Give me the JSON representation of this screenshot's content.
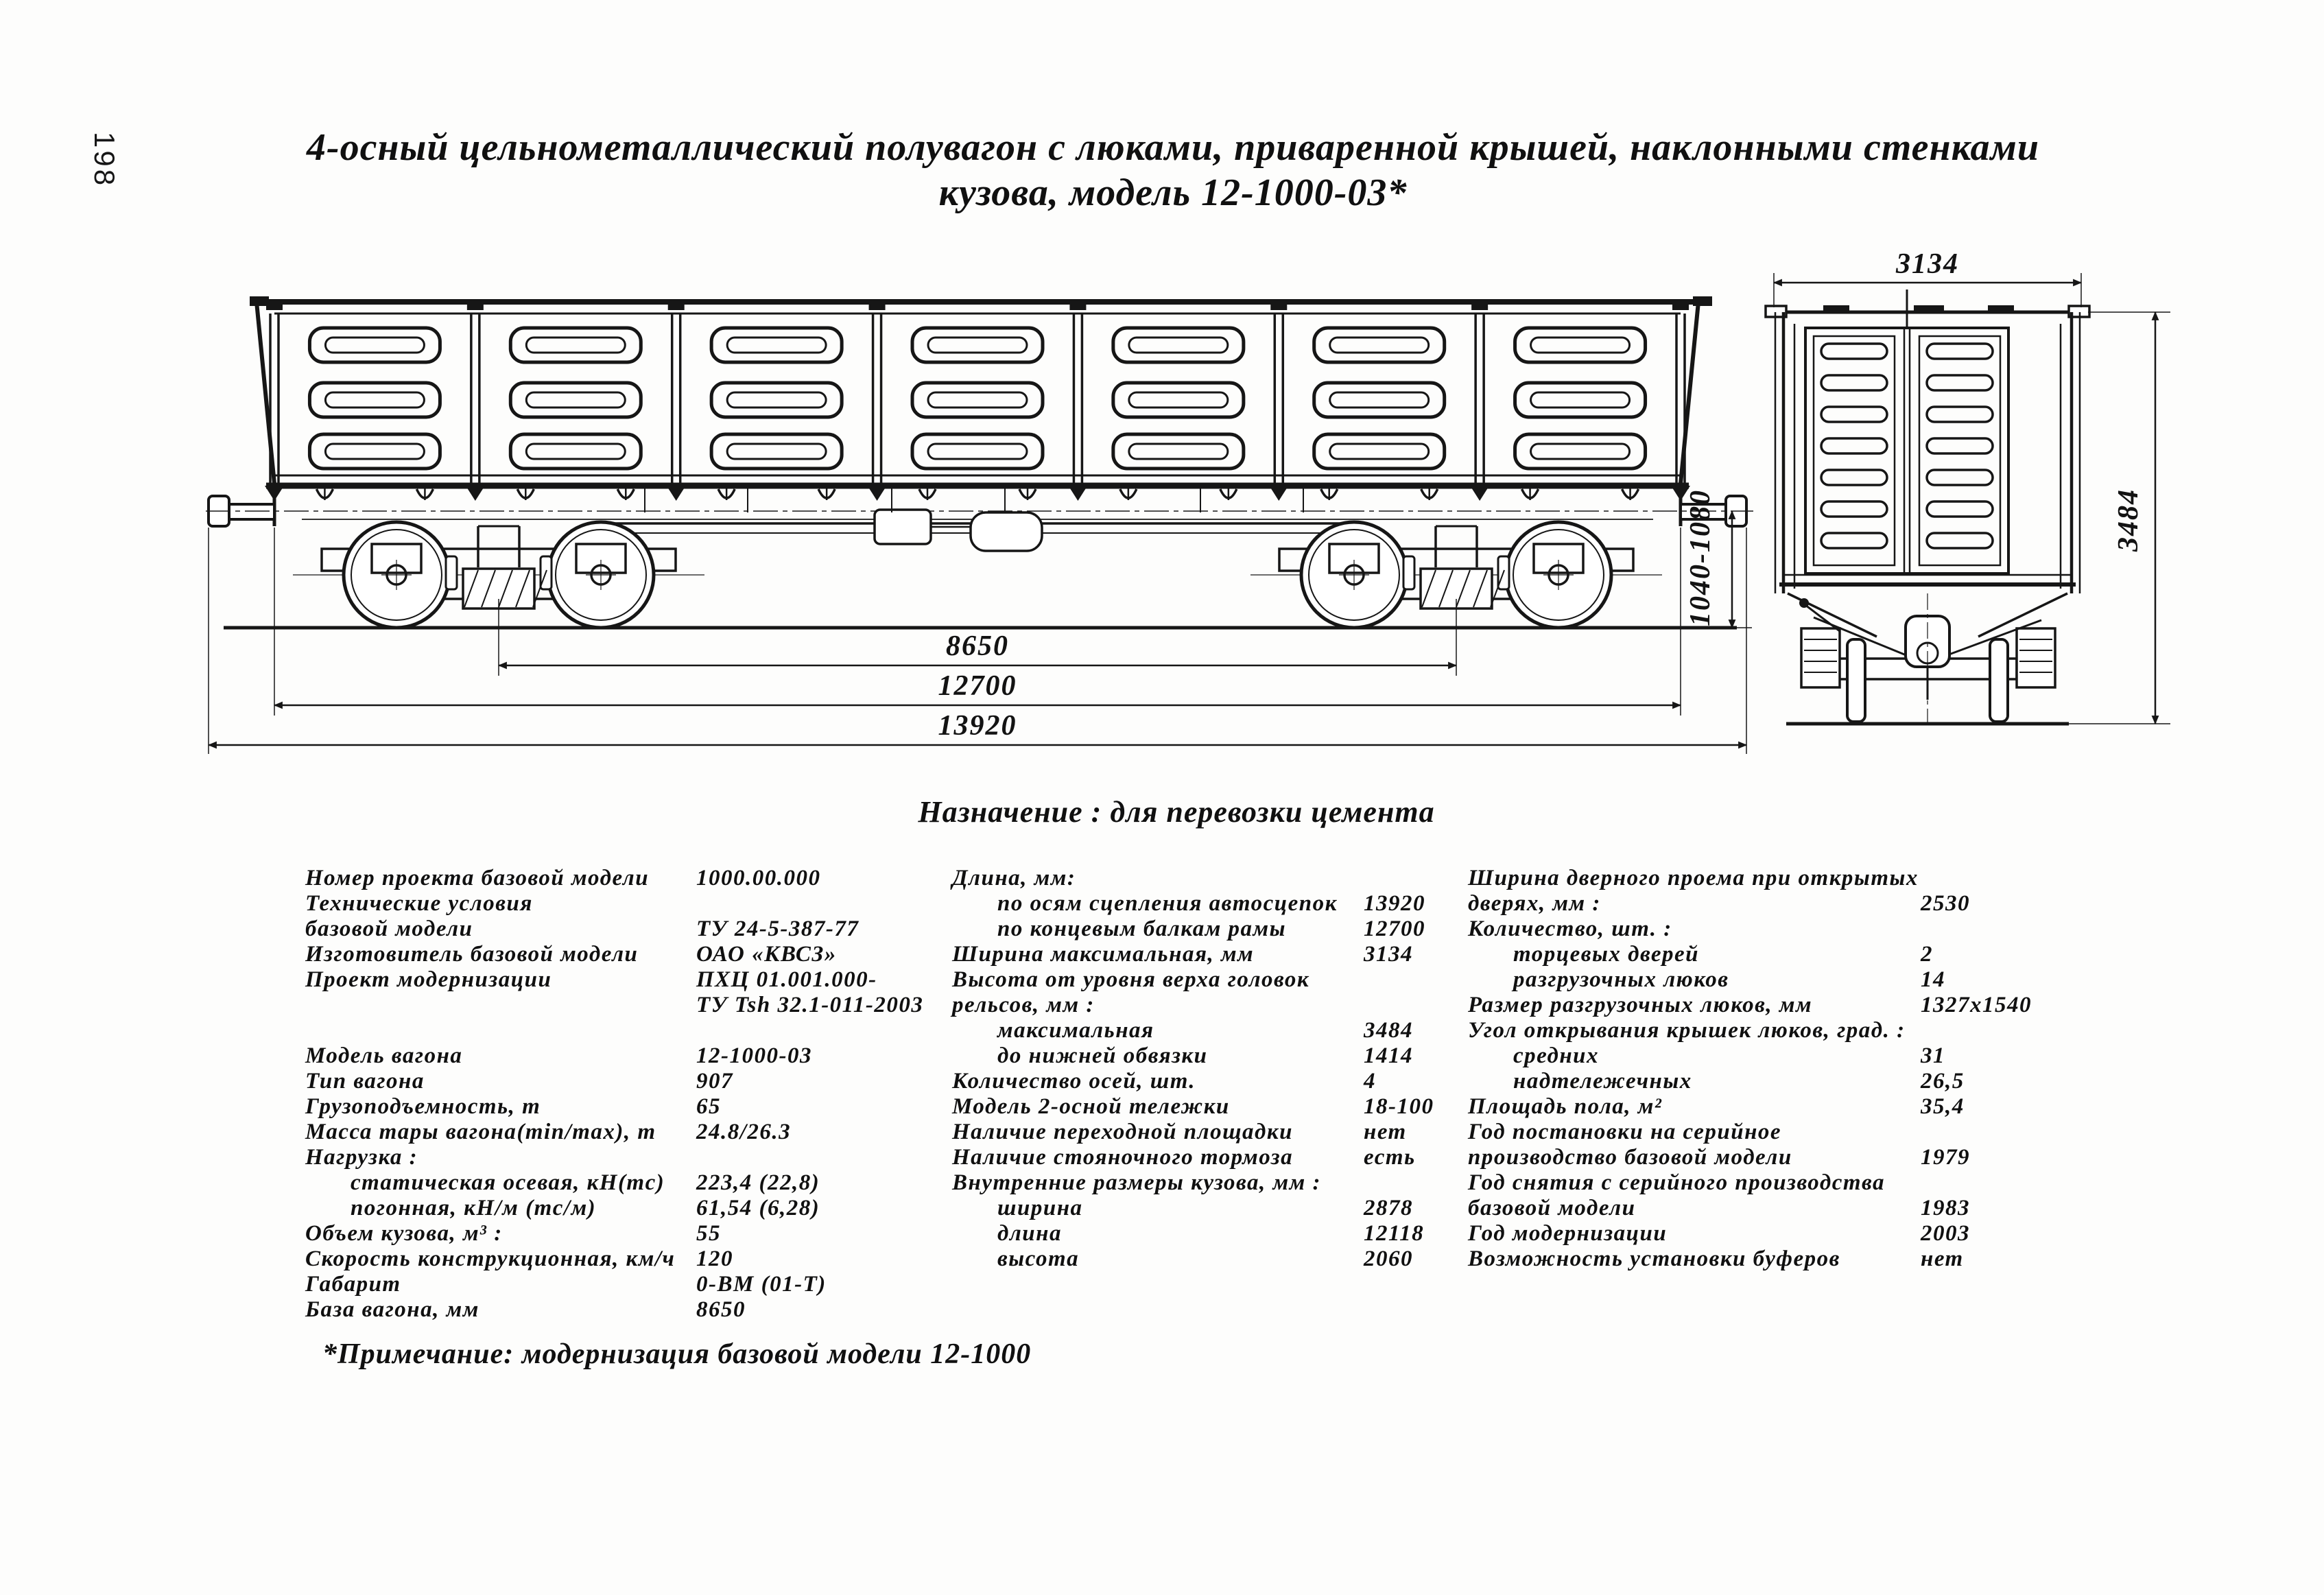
{
  "page": {
    "number": "198"
  },
  "title": {
    "line1": "4-осный цельнометаллический полувагон с люками, приваренной крышей, наклонными стенками",
    "line2": "кузова, модель 12-1000-03*"
  },
  "purpose": "Назначение : для перевозки цемента",
  "drawing": {
    "side_view": {
      "dim_base": "8650",
      "dim_frame_length": "12700",
      "dim_coupler_length": "13920",
      "dim_coupler_height": "1040-1080"
    },
    "end_view": {
      "dim_width": "3134",
      "dim_height": "3484"
    }
  },
  "specs": {
    "col1": [
      {
        "l": "Номер проекта базовой модели",
        "v": "1000.00.000"
      },
      {
        "l": "Технические условия",
        "v": ""
      },
      {
        "l": "базовой модели",
        "v": "ТУ 24-5-387-77"
      },
      {
        "l": "Изготовитель базовой модели",
        "v": "ОАО «КВСЗ»"
      },
      {
        "l": "Проект модернизации",
        "v": "ПХЦ 01.001.000-"
      },
      {
        "l": "",
        "v": "ТУ Tsh 32.1-011-2003"
      },
      {
        "l": "",
        "v": ""
      },
      {
        "l": "Модель вагона",
        "v": "12-1000-03"
      },
      {
        "l": "Тип вагона",
        "v": "907"
      },
      {
        "l": "Грузоподъемность, т",
        "v": "65"
      },
      {
        "l": "Масса тары вагона(min/max), т",
        "v": "24.8/26.3"
      },
      {
        "l": "Нагрузка :",
        "v": ""
      },
      {
        "l": "статическая осевая, кН(тс)",
        "v": "223,4 (22,8)",
        "i": 1
      },
      {
        "l": "погонная, кН/м (тс/м)",
        "v": "61,54 (6,28)",
        "i": 1
      },
      {
        "l": "Объем кузова, м³ :",
        "v": "55"
      },
      {
        "l": "Скорость конструкционная, км/ч",
        "v": "120"
      },
      {
        "l": "Габарит",
        "v": "0-ВМ (01-Т)"
      },
      {
        "l": "База вагона, мм",
        "v": "8650"
      }
    ],
    "col2": [
      {
        "l": "Длина, мм:",
        "v": ""
      },
      {
        "l": "по осям сцепления автосцепок",
        "v": "13920",
        "i": 1
      },
      {
        "l": "по концевым балкам рамы",
        "v": "12700",
        "i": 1
      },
      {
        "l": "Ширина максимальная, мм",
        "v": "3134"
      },
      {
        "l": "Высота от уровня верха головок",
        "v": ""
      },
      {
        "l": "рельсов, мм :",
        "v": ""
      },
      {
        "l": "максимальная",
        "v": "3484",
        "i": 1
      },
      {
        "l": "до нижней обвязки",
        "v": "1414",
        "i": 1
      },
      {
        "l": "Количество осей, шт.",
        "v": "4"
      },
      {
        "l": "Модель 2-осной тележки",
        "v": "18-100"
      },
      {
        "l": "Наличие переходной площадки",
        "v": "нет"
      },
      {
        "l": "Наличие стояночного тормоза",
        "v": "есть"
      },
      {
        "l": "Внутренние размеры кузова, мм :",
        "v": ""
      },
      {
        "l": "ширина",
        "v": "2878",
        "i": 1
      },
      {
        "l": "длина",
        "v": "12118",
        "i": 1
      },
      {
        "l": "высота",
        "v": "2060",
        "i": 1
      }
    ],
    "col3": [
      {
        "l": "Ширина дверного проема при открытых",
        "v": ""
      },
      {
        "l": "дверях, мм :",
        "v": "2530"
      },
      {
        "l": "Количество, шт. :",
        "v": ""
      },
      {
        "l": "торцевых дверей",
        "v": "2",
        "i": 1
      },
      {
        "l": "разгрузочных люков",
        "v": "14",
        "i": 1
      },
      {
        "l": "Размер разгрузочных люков, мм",
        "v": "1327x1540"
      },
      {
        "l": "Угол открывания крышек люков, град. :",
        "v": ""
      },
      {
        "l": "средних",
        "v": "31",
        "i": 1
      },
      {
        "l": "надтележечных",
        "v": "26,5",
        "i": 1
      },
      {
        "l": "Площадь пола, м²",
        "v": "35,4"
      },
      {
        "l": "Год постановки на серийное",
        "v": ""
      },
      {
        "l": "производство базовой модели",
        "v": "1979"
      },
      {
        "l": "Год снятия с серийного производства",
        "v": ""
      },
      {
        "l": "базовой модели",
        "v": "1983"
      },
      {
        "l": "Год модернизации",
        "v": "2003"
      },
      {
        "l": "Возможность установки буферов",
        "v": "нет"
      }
    ]
  },
  "footnote": "*Примечание: модернизация базовой модели 12-1000"
}
